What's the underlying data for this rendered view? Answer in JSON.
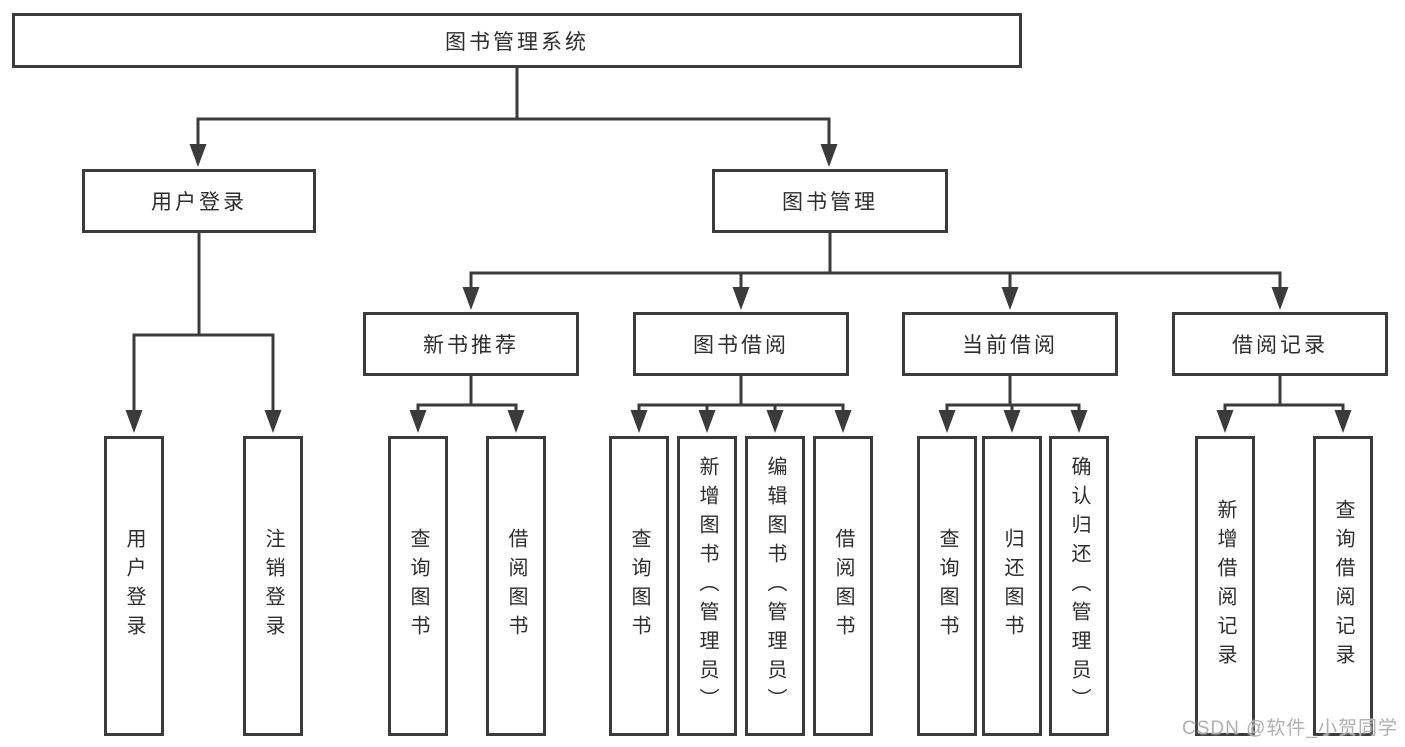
{
  "tree": {
    "root": "图书管理系统",
    "user_login": {
      "label": "用户登录",
      "leaves": [
        "用户登录",
        "注销登录"
      ]
    },
    "book_management": {
      "label": "图书管理",
      "groups": [
        {
          "label": "新书推荐",
          "leaves": [
            "查询图书",
            "借阅图书"
          ]
        },
        {
          "label": "图书借阅",
          "leaves": [
            "查询图书",
            "新增图书（管理员）",
            "编辑图书（管理员）",
            "借阅图书"
          ]
        },
        {
          "label": "当前借阅",
          "leaves": [
            "查询图书",
            "归还图书",
            "确认归还（管理员）"
          ]
        },
        {
          "label": "借阅记录",
          "leaves": [
            "新增借阅记录",
            "查询借阅记录"
          ]
        }
      ]
    }
  },
  "watermark": "CSDN @软件_小贺同学",
  "colors": {
    "line": "#3b3b3b",
    "text": "#2d2d2d",
    "watermark": "#b0b0b0",
    "background": "#ffffff"
  }
}
